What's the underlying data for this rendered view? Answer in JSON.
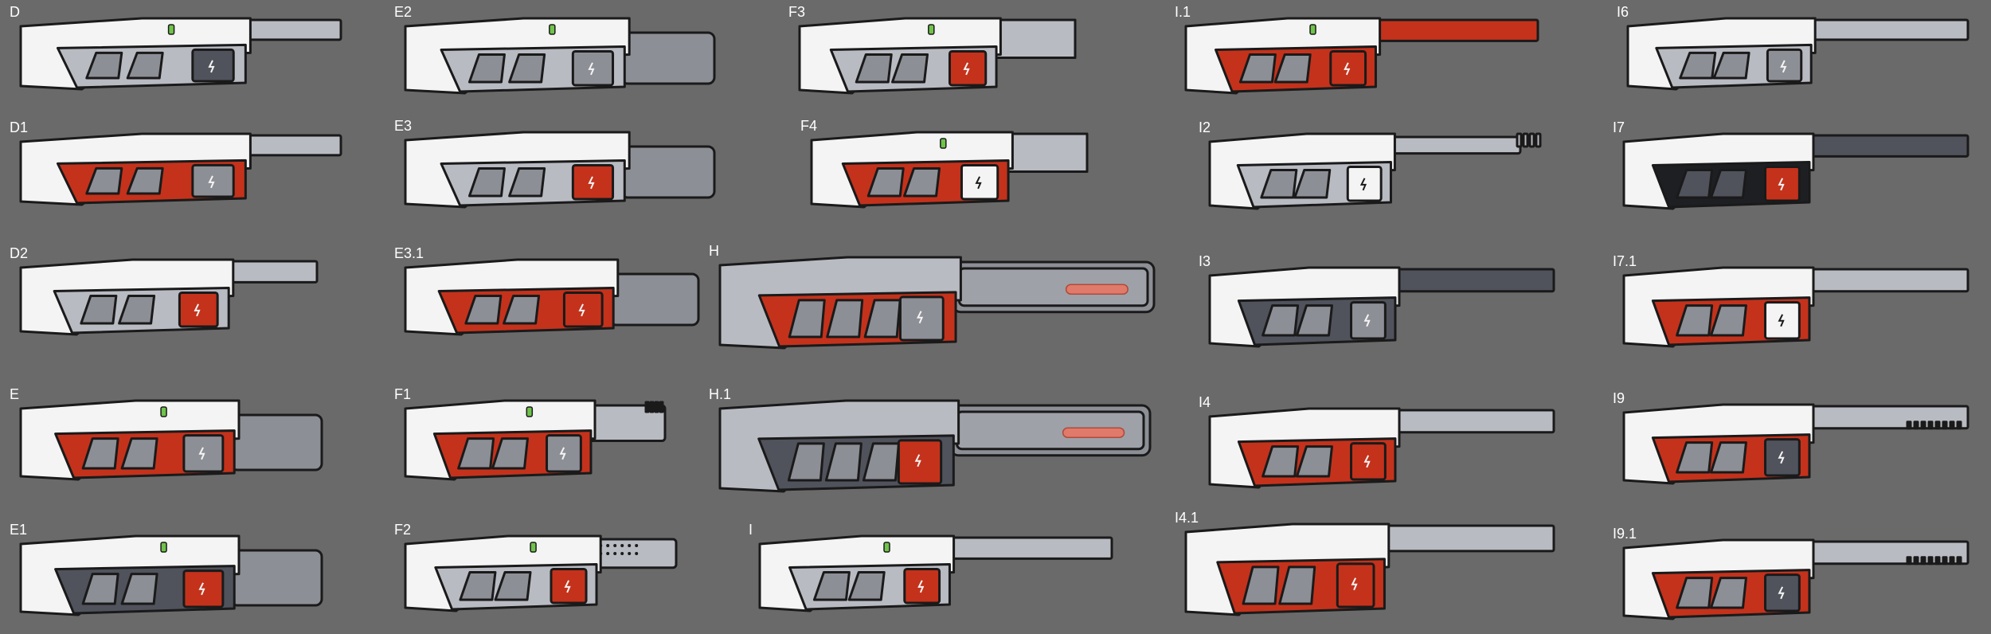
{
  "colors": {
    "background": "#6a6a6a",
    "white": "#f4f4f4",
    "light_grey": "#b9bbc3",
    "mid_grey": "#8d8f96",
    "dark_grey": "#50535c",
    "black": "#1e1f23",
    "red": "#c4321c",
    "accent_green": "#6fc34a",
    "glow": "#e07a6a",
    "outline": "#1a1a1a"
  },
  "variants": [
    {
      "id": "D",
      "label": "D",
      "scheme": "grey",
      "mag": "dark",
      "barrel": "none",
      "green": true
    },
    {
      "id": "D1",
      "label": "D1",
      "scheme": "red",
      "mag": "grey",
      "barrel": "none",
      "green": false
    },
    {
      "id": "D2",
      "label": "D2",
      "scheme": "grey",
      "mag": "redtip",
      "barrel": "none",
      "green": false
    },
    {
      "id": "E",
      "label": "E",
      "scheme": "red",
      "mag": "grey",
      "barrel": "box",
      "green": true
    },
    {
      "id": "E1",
      "label": "E1",
      "scheme": "white",
      "mag": "red",
      "barrel": "box",
      "green": true
    },
    {
      "id": "E2",
      "label": "E2",
      "scheme": "grey",
      "mag": "grey",
      "barrel": "box",
      "green": true
    },
    {
      "id": "E3",
      "label": "E3",
      "scheme": "grey",
      "mag": "red",
      "barrel": "box",
      "green": false
    },
    {
      "id": "E3.1",
      "label": "E3.1",
      "scheme": "red",
      "mag": "red",
      "barrel": "box",
      "green": false
    },
    {
      "id": "F1",
      "label": "F1",
      "scheme": "red",
      "mag": "grey",
      "barrel": "rail",
      "green": true
    },
    {
      "id": "F2",
      "label": "F2",
      "scheme": "grey",
      "mag": "red",
      "barrel": "vent",
      "green": true
    },
    {
      "id": "F3",
      "label": "F3",
      "scheme": "grey",
      "mag": "red",
      "barrel": "short",
      "green": true
    },
    {
      "id": "F4",
      "label": "F4",
      "scheme": "red",
      "mag": "white",
      "barrel": "short",
      "green": true
    },
    {
      "id": "H",
      "label": "H",
      "scheme": "redbig",
      "mag": "grey",
      "barrel": "glass",
      "green": false
    },
    {
      "id": "H.1",
      "label": "H.1",
      "scheme": "greybig",
      "mag": "red",
      "barrel": "glass",
      "green": false
    },
    {
      "id": "I",
      "label": "I",
      "scheme": "grey",
      "mag": "red",
      "barrel": "long",
      "green": true
    },
    {
      "id": "I.1",
      "label": "I.1",
      "scheme": "red",
      "mag": "red",
      "barrel": "longred",
      "green": true
    },
    {
      "id": "I2",
      "label": "I2",
      "scheme": "grey",
      "mag": "white",
      "barrel": "teeth",
      "green": false
    },
    {
      "id": "I3",
      "label": "I3",
      "scheme": "dark",
      "mag": "grey",
      "barrel": "long",
      "green": false
    },
    {
      "id": "I4",
      "label": "I4",
      "scheme": "red",
      "mag": "red",
      "barrel": "long",
      "green": false
    },
    {
      "id": "I4.1",
      "label": "I4.1",
      "scheme": "red",
      "mag": "red",
      "barrel": "long",
      "green": false
    },
    {
      "id": "I6",
      "label": "I6",
      "scheme": "grey",
      "mag": "grey",
      "barrel": "long",
      "green": false
    },
    {
      "id": "I7",
      "label": "I7",
      "scheme": "black",
      "mag": "red",
      "barrel": "long",
      "green": false
    },
    {
      "id": "I7.1",
      "label": "I7.1",
      "scheme": "red",
      "mag": "white",
      "barrel": "long",
      "green": false
    },
    {
      "id": "I9",
      "label": "I9",
      "scheme": "red",
      "mag": "dark",
      "barrel": "rack",
      "green": false
    },
    {
      "id": "I9.1",
      "label": "I9.1",
      "scheme": "red",
      "mag": "dark",
      "barrel": "rack",
      "green": false
    }
  ]
}
